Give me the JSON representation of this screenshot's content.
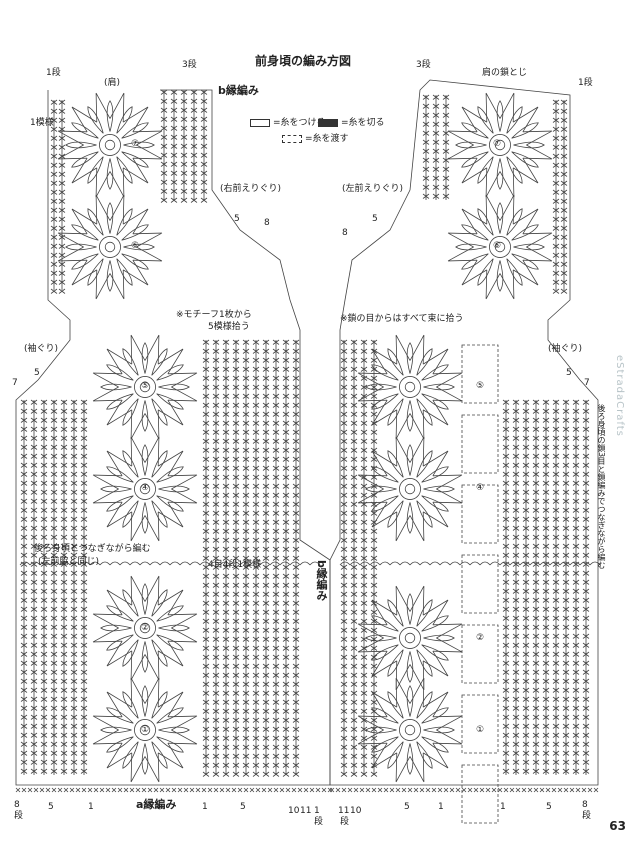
{
  "title": "前身頃の編み方図",
  "page_number": "63",
  "watermark": "eStradaCrafts",
  "legend": {
    "attach": "=糸をつける",
    "cut": "=糸を切る",
    "pass": "=糸を渡す"
  },
  "labels": {
    "shoulder_left": "(肩)",
    "shoulder_join": "肩の鎖とじ",
    "b_edge_top": "b縁編み",
    "b_edge_mid": "b縁編み",
    "a_edge": "a縁編み",
    "right_neck": "(右前えりぐり)",
    "left_neck": "(左前えりぐり)",
    "sleeve_left": "(袖ぐり)",
    "sleeve_right": "(袖ぐり)",
    "motif_note": "※モチーフ1枚から",
    "motif_note2": "5模様拾う",
    "chain_note": "※鎖の目からはすべて束に拾う",
    "join_note_1": "後ろ身頃とつなぎながら編む",
    "join_note_2": "(左前脇と同じ)",
    "repeat_note": "4目4段1模様",
    "right_side_note": "後ろ身頃の鎖3目と鎖編みでつなぎながら編む",
    "pattern_unit": "1模様"
  },
  "row_marks": {
    "r1": "1段",
    "r3": "3段",
    "r5": "5",
    "r7": "7",
    "r8": "8",
    "r1b": "1",
    "r10": "10",
    "r11": "11",
    "dan": "段",
    "dan2": "段"
  },
  "motifs_left": [
    "⑦",
    "⑥",
    "⑤",
    "④",
    "②",
    "①"
  ],
  "motifs_right": [
    "⑦",
    "⑥",
    "⑤",
    "④",
    "②",
    "①"
  ]
}
